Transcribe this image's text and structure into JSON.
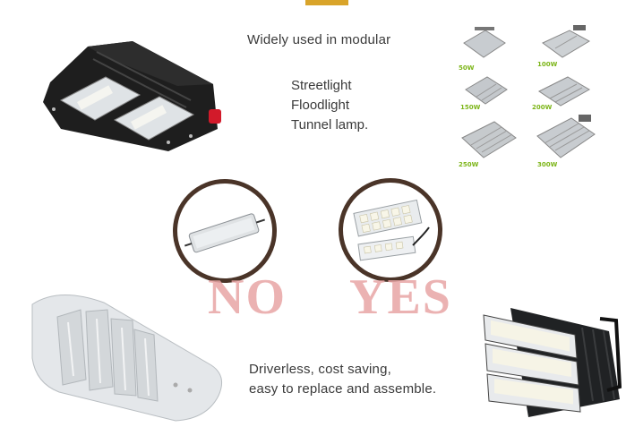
{
  "headline": "Widely used in modular",
  "applications": [
    "Streetlight",
    "Floodlight",
    "Tunnel lamp."
  ],
  "wattages": [
    "50W",
    "100W",
    "150W",
    "200W",
    "250W",
    "300W"
  ],
  "comparison": {
    "no_label": "NO",
    "yes_label": "YES"
  },
  "feature_lines": [
    "Driverless, cost saving,",
    "easy to replace and assemble."
  ],
  "colors": {
    "accent": "#d9a42a",
    "watt_label": "#7cb518",
    "circle_border": "#4a3428",
    "no_yes_text": "#e8a5a5"
  },
  "icons": [
    "led-streetlight-black",
    "floodlight-module",
    "led-driver-box",
    "led-module-board",
    "led-streetlight-white",
    "floodlight-triple"
  ]
}
